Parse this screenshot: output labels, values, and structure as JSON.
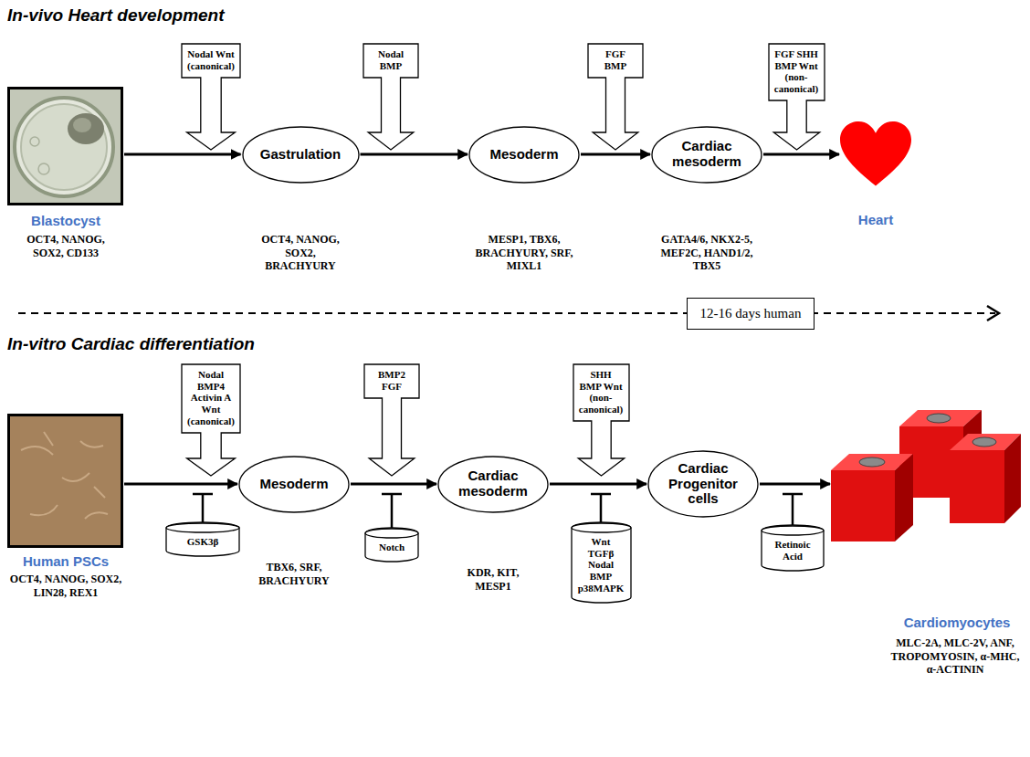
{
  "diagram": {
    "title": "In-vivo Heart development",
    "nodes": [
      {
        "text": [
          "Nodal Wnt (canonical)"
        ]
      },
      {
        "text": [
          "Nodal BMP"
        ]
      },
      {
        "text": [
          "FGF BMP"
        ]
      },
      {
        "text": [
          "FGF SHH BMP Wnt (non-canonical)"
        ]
      },
      {
        "text": [
          "Blastocyst"
        ]
      },
      {
        "text": [
          "Gastrulation"
        ]
      },
      {
        "text": [
          "Mesoderm"
        ]
      },
      {
        "text": [
          "Cardiac mesoderm"
        ]
      },
      {
        "text": [
          "Heart"
        ]
      },
      {
        "text": [
          "12-16 days human"
        ]
      },
      {
        "text": [
          "Nodal BMP4 Activin A Wnt (canonical)"
        ]
      },
      {
        "text": [
          "BMP2 FGF"
        ]
      },
      {
        "text": [
          "SHH BMP Wnt (non-canonical)"
        ]
      },
      {
        "text": [
          "Human PSCs"
        ]
      },
      {
        "text": [
          "Mesoderm"
        ]
      },
      {
        "text": [
          "Cardiac mesoderm"
        ]
      },
      {
        "text": [
          "Cardiac Progenitor cells"
        ]
      },
      {
        "text": [
          "Cardiomyocytes"
        ]
      },
      {
        "text": [
          "GSK3β"
        ]
      },
      {
        "text": [
          "Notch"
        ]
      },
      {
        "text": [
          "Wnt TGFβ Nodal BMP p38MAPK"
        ]
      },
      {
        "text": [
          "Retinoic Acid"
        ]
      }
    ],
    "edges": [
      {
        "from": 4,
        "to": 5,
        "arrow": "to"
      },
      {
        "from": 5,
        "to": 6,
        "arrow": "to"
      },
      {
        "from": 6,
        "to": 7,
        "arrow": "to"
      },
      {
        "from": 7,
        "to": 8,
        "arrow": "to"
      },
      {
        "from": 13,
        "to": 14,
        "arrow": "to"
      },
      {
        "from": 14,
        "to": 15,
        "arrow": "to"
      },
      {
        "from": 15,
        "to": 16,
        "arrow": "to"
      },
      {
        "from": 16,
        "to": 17,
        "arrow": "to"
      }
    ],
    "labels": [
      "In-vitro Cardiac differentiation",
      "OCT4, NANOG, SOX2, CD133",
      "OCT4, NANOG, SOX2, BRACHYURY",
      "MESP1, TBX6, BRACHYURY, SRF, MIXL1",
      "GATA4/6, NKX2-5, MEF2C, HAND1/2, TBX5",
      "OCT4, NANOG, SOX2, LIN28, REX1",
      "TBX6, SRF, BRACHYURY",
      "KDR, KIT, MESP1",
      "MLC-2A, MLC-2V, ANF, TROPOMYOSIN, α-MHC, α-ACTININ"
    ]
  }
}
